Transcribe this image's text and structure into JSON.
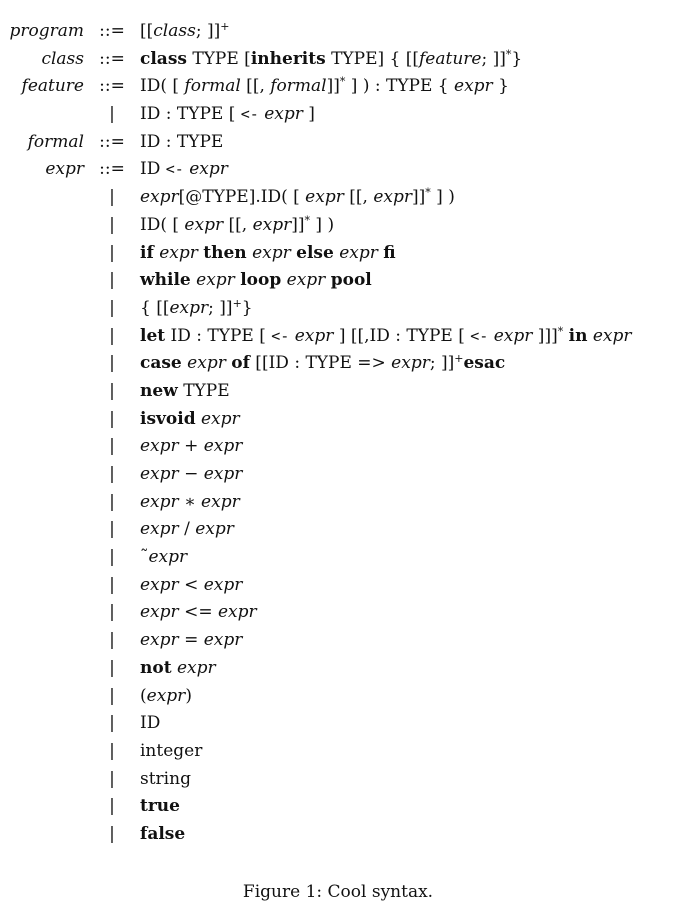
{
  "rules": [
    {
      "lhs": "program",
      "op": "::=",
      "rhs": [
        {
          "k": "t",
          "s": "[["
        },
        {
          "k": "v",
          "s": "class"
        },
        {
          "k": "t",
          "s": "; ]]"
        },
        {
          "k": "sup",
          "s": "+"
        }
      ]
    },
    {
      "lhs": "class",
      "op": "::=",
      "rhs": [
        {
          "k": "b",
          "s": "class"
        },
        {
          "k": "t",
          "s": " TYPE ["
        },
        {
          "k": "b",
          "s": "inherits"
        },
        {
          "k": "t",
          "s": " TYPE] { [["
        },
        {
          "k": "v",
          "s": "feature"
        },
        {
          "k": "t",
          "s": "; ]]"
        },
        {
          "k": "sup",
          "s": "*"
        },
        {
          "k": "t",
          "s": "}"
        }
      ]
    },
    {
      "lhs": "feature",
      "op": "::=",
      "rhs": [
        {
          "k": "t",
          "s": "ID( [ "
        },
        {
          "k": "v",
          "s": "formal"
        },
        {
          "k": "t",
          "s": " [[, "
        },
        {
          "k": "v",
          "s": "formal"
        },
        {
          "k": "t",
          "s": "]]"
        },
        {
          "k": "sup",
          "s": "*"
        },
        {
          "k": "t",
          "s": " ] ) : TYPE { "
        },
        {
          "k": "v",
          "s": "expr"
        },
        {
          "k": "t",
          "s": " }"
        }
      ]
    },
    {
      "lhs": "",
      "op": "|",
      "rhs": [
        {
          "k": "t",
          "s": "ID : TYPE [ "
        },
        {
          "k": "m",
          "s": "<-"
        },
        {
          "k": "t",
          "s": " "
        },
        {
          "k": "v",
          "s": "expr"
        },
        {
          "k": "t",
          "s": " ]"
        }
      ]
    },
    {
      "lhs": "formal",
      "op": "::=",
      "rhs": [
        {
          "k": "t",
          "s": "ID : TYPE"
        }
      ]
    },
    {
      "lhs": "expr",
      "op": "::=",
      "rhs": [
        {
          "k": "t",
          "s": "ID "
        },
        {
          "k": "m",
          "s": "<-"
        },
        {
          "k": "t",
          "s": " "
        },
        {
          "k": "v",
          "s": "expr"
        }
      ]
    },
    {
      "lhs": "",
      "op": "|",
      "rhs": [
        {
          "k": "v",
          "s": "expr"
        },
        {
          "k": "t",
          "s": "[@TYPE].ID( [ "
        },
        {
          "k": "v",
          "s": "expr"
        },
        {
          "k": "t",
          "s": " [[, "
        },
        {
          "k": "v",
          "s": "expr"
        },
        {
          "k": "t",
          "s": "]]"
        },
        {
          "k": "sup",
          "s": "*"
        },
        {
          "k": "t",
          "s": " ] )"
        }
      ]
    },
    {
      "lhs": "",
      "op": "|",
      "rhs": [
        {
          "k": "t",
          "s": "ID( [ "
        },
        {
          "k": "v",
          "s": "expr"
        },
        {
          "k": "t",
          "s": " [[, "
        },
        {
          "k": "v",
          "s": "expr"
        },
        {
          "k": "t",
          "s": "]]"
        },
        {
          "k": "sup",
          "s": "*"
        },
        {
          "k": "t",
          "s": " ] )"
        }
      ]
    },
    {
      "lhs": "",
      "op": "|",
      "rhs": [
        {
          "k": "b",
          "s": "if"
        },
        {
          "k": "t",
          "s": " "
        },
        {
          "k": "v",
          "s": "expr"
        },
        {
          "k": "t",
          "s": " "
        },
        {
          "k": "b",
          "s": "then"
        },
        {
          "k": "t",
          "s": " "
        },
        {
          "k": "v",
          "s": "expr"
        },
        {
          "k": "t",
          "s": " "
        },
        {
          "k": "b",
          "s": "else"
        },
        {
          "k": "t",
          "s": " "
        },
        {
          "k": "v",
          "s": "expr"
        },
        {
          "k": "t",
          "s": " "
        },
        {
          "k": "b",
          "s": "fi"
        }
      ]
    },
    {
      "lhs": "",
      "op": "|",
      "rhs": [
        {
          "k": "b",
          "s": "while"
        },
        {
          "k": "t",
          "s": " "
        },
        {
          "k": "v",
          "s": "expr"
        },
        {
          "k": "t",
          "s": " "
        },
        {
          "k": "b",
          "s": "loop"
        },
        {
          "k": "t",
          "s": " "
        },
        {
          "k": "v",
          "s": "expr"
        },
        {
          "k": "t",
          "s": " "
        },
        {
          "k": "b",
          "s": "pool"
        }
      ]
    },
    {
      "lhs": "",
      "op": "|",
      "rhs": [
        {
          "k": "t",
          "s": "{ [["
        },
        {
          "k": "v",
          "s": "expr"
        },
        {
          "k": "t",
          "s": "; ]]"
        },
        {
          "k": "sup",
          "s": "+"
        },
        {
          "k": "t",
          "s": "}"
        }
      ]
    },
    {
      "lhs": "",
      "op": "|",
      "rhs": [
        {
          "k": "b",
          "s": "let"
        },
        {
          "k": "t",
          "s": " ID : TYPE [ "
        },
        {
          "k": "m",
          "s": "<-"
        },
        {
          "k": "t",
          "s": " "
        },
        {
          "k": "v",
          "s": "expr"
        },
        {
          "k": "t",
          "s": " ] [[,ID : TYPE [ "
        },
        {
          "k": "m",
          "s": "<-"
        },
        {
          "k": "t",
          "s": " "
        },
        {
          "k": "v",
          "s": "expr"
        },
        {
          "k": "t",
          "s": " ]]]"
        },
        {
          "k": "sup",
          "s": "*"
        },
        {
          "k": "t",
          "s": " "
        },
        {
          "k": "b",
          "s": "in"
        },
        {
          "k": "t",
          "s": " "
        },
        {
          "k": "v",
          "s": "expr"
        }
      ]
    },
    {
      "lhs": "",
      "op": "|",
      "rhs": [
        {
          "k": "b",
          "s": "case"
        },
        {
          "k": "t",
          "s": " "
        },
        {
          "k": "v",
          "s": "expr"
        },
        {
          "k": "t",
          "s": " "
        },
        {
          "k": "b",
          "s": "of"
        },
        {
          "k": "t",
          "s": " [[ID : TYPE => "
        },
        {
          "k": "v",
          "s": "expr"
        },
        {
          "k": "t",
          "s": "; ]]"
        },
        {
          "k": "sup",
          "s": "+"
        },
        {
          "k": "b",
          "s": "esac"
        }
      ]
    },
    {
      "lhs": "",
      "op": "|",
      "rhs": [
        {
          "k": "b",
          "s": "new"
        },
        {
          "k": "t",
          "s": " TYPE"
        }
      ]
    },
    {
      "lhs": "",
      "op": "|",
      "rhs": [
        {
          "k": "b",
          "s": "isvoid"
        },
        {
          "k": "t",
          "s": " "
        },
        {
          "k": "v",
          "s": "expr"
        }
      ]
    },
    {
      "lhs": "",
      "op": "|",
      "rhs": [
        {
          "k": "v",
          "s": "expr"
        },
        {
          "k": "t",
          "s": " + "
        },
        {
          "k": "v",
          "s": "expr"
        }
      ]
    },
    {
      "lhs": "",
      "op": "|",
      "rhs": [
        {
          "k": "v",
          "s": "expr"
        },
        {
          "k": "t",
          "s": " − "
        },
        {
          "k": "v",
          "s": "expr"
        }
      ]
    },
    {
      "lhs": "",
      "op": "|",
      "rhs": [
        {
          "k": "v",
          "s": "expr"
        },
        {
          "k": "t",
          "s": " ∗ "
        },
        {
          "k": "v",
          "s": "expr"
        }
      ]
    },
    {
      "lhs": "",
      "op": "|",
      "rhs": [
        {
          "k": "v",
          "s": "expr"
        },
        {
          "k": "t",
          "s": " / "
        },
        {
          "k": "v",
          "s": "expr"
        }
      ]
    },
    {
      "lhs": "",
      "op": "|",
      "rhs": [
        {
          "k": "t",
          "s": "˜"
        },
        {
          "k": "v",
          "s": "expr"
        }
      ]
    },
    {
      "lhs": "",
      "op": "|",
      "rhs": [
        {
          "k": "v",
          "s": "expr"
        },
        {
          "k": "t",
          "s": " < "
        },
        {
          "k": "v",
          "s": "expr"
        }
      ]
    },
    {
      "lhs": "",
      "op": "|",
      "rhs": [
        {
          "k": "v",
          "s": "expr"
        },
        {
          "k": "t",
          "s": " <= "
        },
        {
          "k": "v",
          "s": "expr"
        }
      ]
    },
    {
      "lhs": "",
      "op": "|",
      "rhs": [
        {
          "k": "v",
          "s": "expr"
        },
        {
          "k": "t",
          "s": " = "
        },
        {
          "k": "v",
          "s": "expr"
        }
      ]
    },
    {
      "lhs": "",
      "op": "|",
      "rhs": [
        {
          "k": "b",
          "s": "not"
        },
        {
          "k": "t",
          "s": " "
        },
        {
          "k": "v",
          "s": "expr"
        }
      ]
    },
    {
      "lhs": "",
      "op": "|",
      "rhs": [
        {
          "k": "t",
          "s": "("
        },
        {
          "k": "v",
          "s": "expr"
        },
        {
          "k": "t",
          "s": ")"
        }
      ]
    },
    {
      "lhs": "",
      "op": "|",
      "rhs": [
        {
          "k": "t",
          "s": "ID"
        }
      ]
    },
    {
      "lhs": "",
      "op": "|",
      "rhs": [
        {
          "k": "t",
          "s": "integer"
        }
      ]
    },
    {
      "lhs": "",
      "op": "|",
      "rhs": [
        {
          "k": "t",
          "s": "string"
        }
      ]
    },
    {
      "lhs": "",
      "op": "|",
      "rhs": [
        {
          "k": "b",
          "s": "true"
        }
      ]
    },
    {
      "lhs": "",
      "op": "|",
      "rhs": [
        {
          "k": "b",
          "s": "false"
        }
      ]
    }
  ],
  "caption": "Figure 1: Cool syntax."
}
